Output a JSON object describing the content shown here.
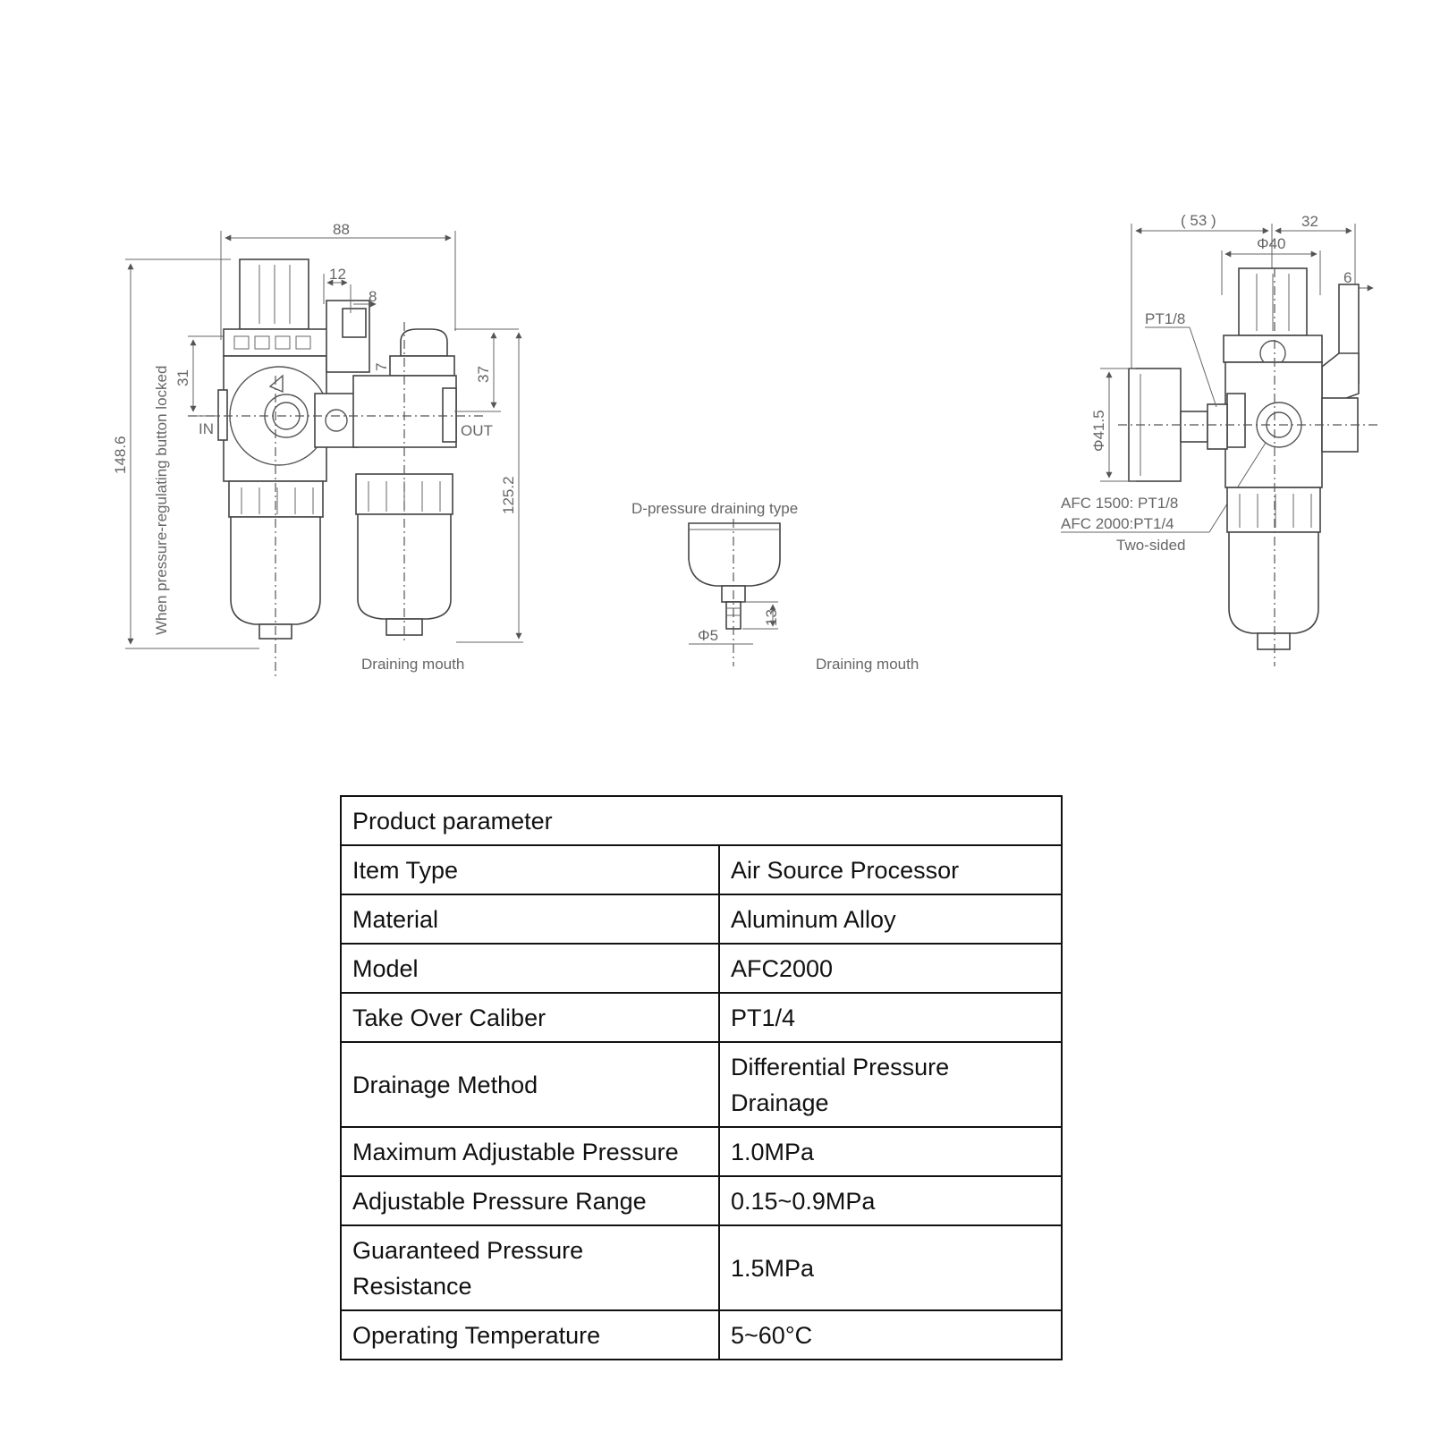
{
  "drawing": {
    "left_view": {
      "dim_88": "88",
      "dim_12": "12",
      "dim_8": "8",
      "dim_31": "31",
      "dim_7": "7",
      "dim_37": "37",
      "dim_148_6": "148.6",
      "dim_125_2": "125.2",
      "label_in": "IN",
      "label_out": "OUT",
      "note_locked": "When pressure-regulating button locked",
      "draining_mouth": "Draining mouth"
    },
    "center_view": {
      "title": "D-pressure draining type",
      "dim_13": "13",
      "dim_phi5": "Φ5",
      "draining_mouth": "Draining mouth"
    },
    "right_view": {
      "dim_53": "( 53 )",
      "dim_32": "32",
      "dim_phi40": "Φ40",
      "dim_6": "6",
      "label_pt18": "PT1/8",
      "dim_phi41_5": "Φ41.5",
      "note_afc1500": "AFC 1500: PT1/8",
      "note_afc2000": "AFC 2000:PT1/4",
      "note_two_sided": "Two-sided"
    }
  },
  "table": {
    "header": "Product parameter",
    "rows": [
      {
        "key": "Item Type",
        "value": "Air Source Processor"
      },
      {
        "key": "Material",
        "value": "Aluminum Alloy"
      },
      {
        "key": "Model",
        "value": "AFC2000"
      },
      {
        "key": "Take Over Caliber",
        "value": "PT1/4"
      },
      {
        "key": "Drainage Method",
        "value": "Differential Pressure Drainage"
      },
      {
        "key": "Maximum Adjustable Pressure",
        "value": "1.0MPa"
      },
      {
        "key": "Adjustable Pressure Range",
        "value": "0.15~0.9MPa"
      },
      {
        "key": "Guaranteed Pressure Resistance",
        "value": "1.5MPa"
      },
      {
        "key": "Operating Temperature",
        "value": "5~60°C"
      }
    ]
  }
}
